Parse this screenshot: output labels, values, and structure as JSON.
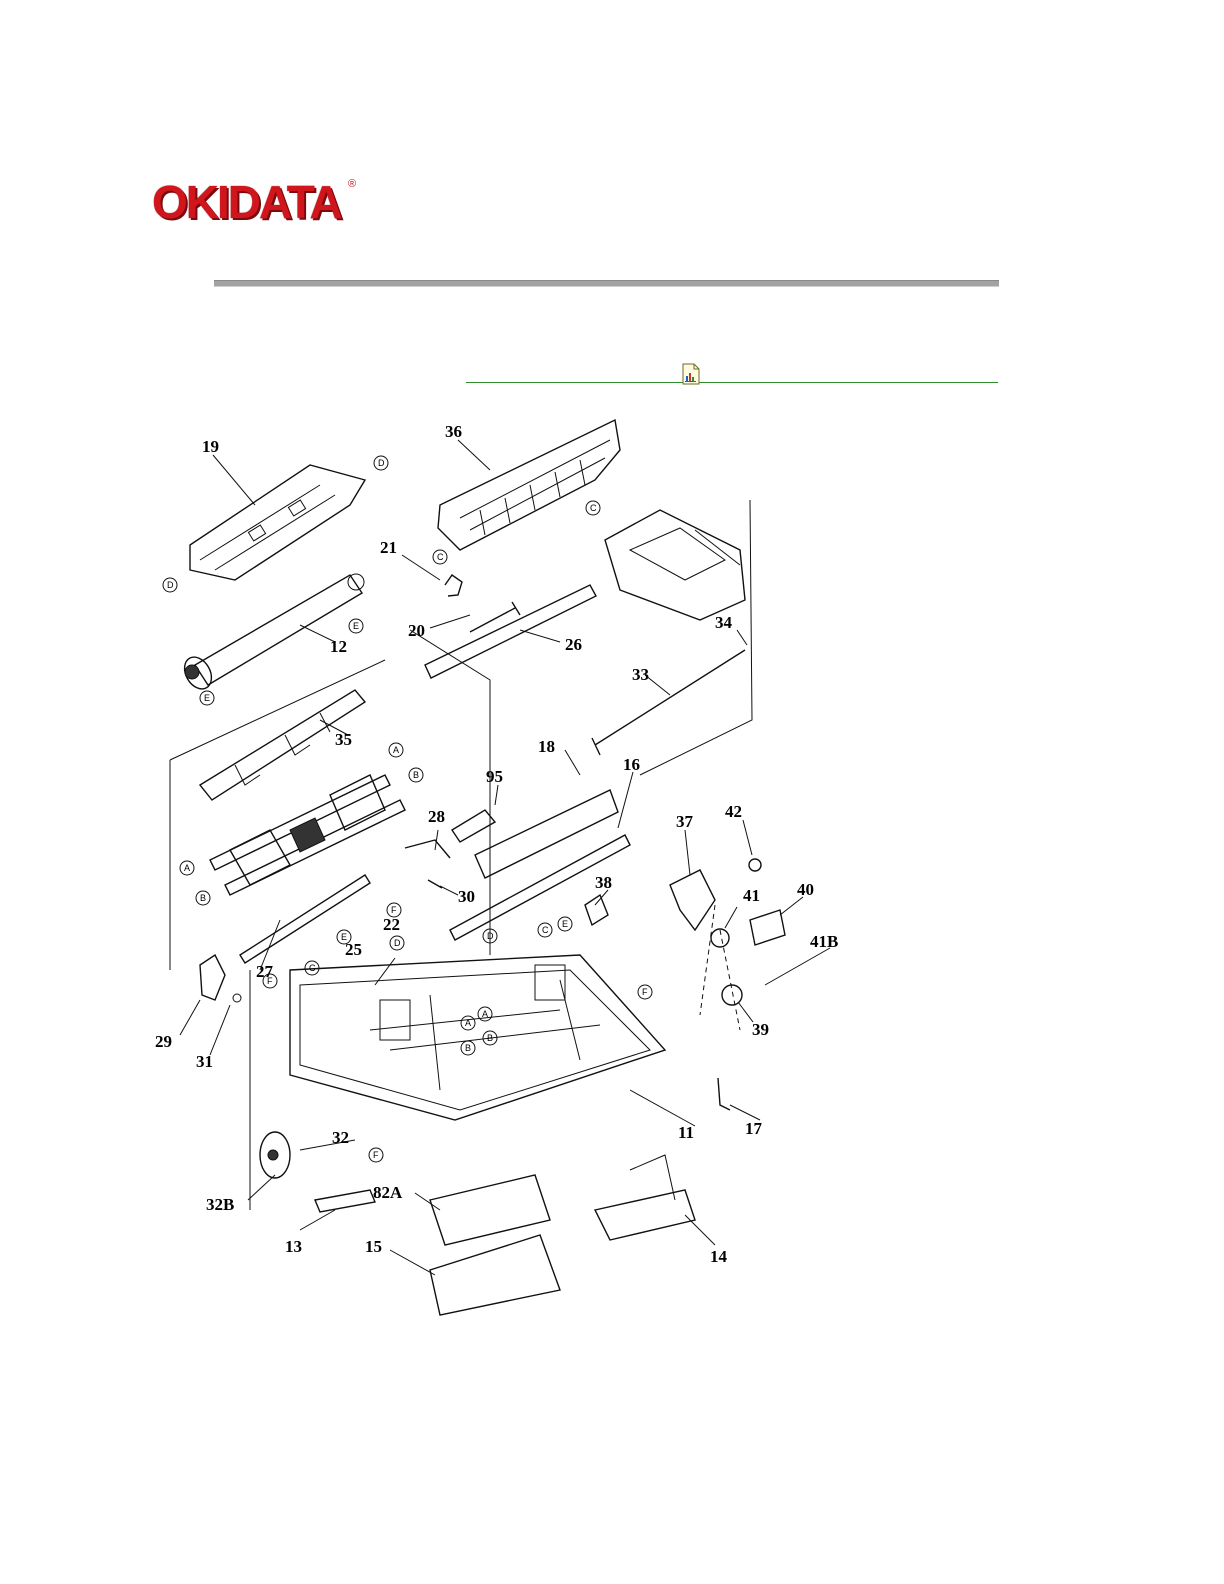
{
  "brand": {
    "logo_text": "OKIDATA",
    "registered_mark": "®",
    "color": "#d0151c"
  },
  "divider": {
    "color": "#a3a3a3"
  },
  "link_rule": {
    "color": "#2e8b2e"
  },
  "icons": {
    "document": "document-icon"
  },
  "diagram": {
    "part_numbers": [
      "19",
      "36",
      "21",
      "20",
      "26",
      "34",
      "33",
      "12",
      "35",
      "95",
      "18",
      "16",
      "28",
      "30",
      "37",
      "42",
      "38",
      "40",
      "41",
      "41B",
      "22",
      "25",
      "29",
      "31",
      "27",
      "39",
      "11",
      "17",
      "32",
      "32B",
      "82A",
      "13",
      "15",
      "14"
    ],
    "connector_letters": [
      "A",
      "B",
      "C",
      "D",
      "E",
      "F"
    ]
  }
}
